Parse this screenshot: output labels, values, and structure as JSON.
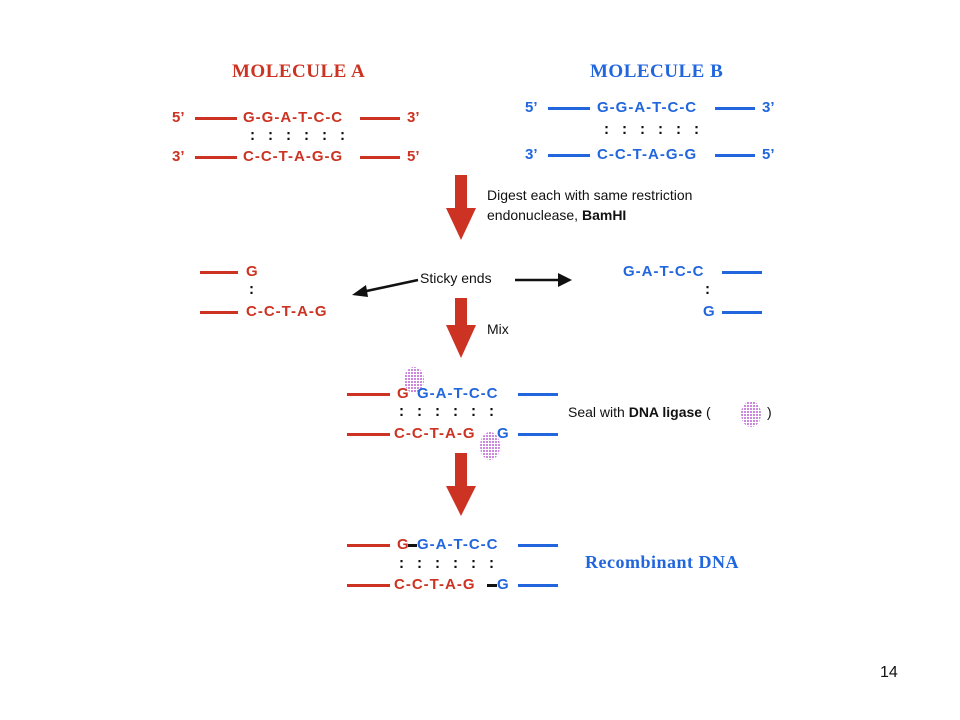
{
  "molecule_a": {
    "title": "MOLECULE A",
    "top_5": "5’",
    "top_3": "3’",
    "top_seq": "G-G-A-T-C-C",
    "bottom_3": "3’",
    "bottom_5": "5’",
    "bottom_seq": "C-C-T-A-G-G",
    "pairs": ": : : : : :"
  },
  "molecule_b": {
    "title": "MOLECULE B",
    "top_5": "5’",
    "top_3": "3’",
    "top_seq": "G-G-A-T-C-C",
    "bottom_3": "3’",
    "bottom_5": "5’",
    "bottom_seq": "C-C-T-A-G-G",
    "pairs": ": : : : : :"
  },
  "step1": {
    "line1": "Digest each with same restriction",
    "line2_prefix": "endonuclease, ",
    "enzyme": "BamHI"
  },
  "sticky": {
    "label": "Sticky ends",
    "left_top": "G",
    "left_bottom": "C-C-T-A-G",
    "right_top": "G-A-T-C-C",
    "right_pair": ":",
    "right_bottom": "G"
  },
  "step2": {
    "label": "Mix"
  },
  "seal": {
    "top_red": "G",
    "top_blue": "G-A-T-C-C",
    "pairs": ": : : : : :",
    "bottom_red": "C-C-T-A-G",
    "bottom_blue": "G",
    "prefix": "Seal with ",
    "ligase": "DNA ligase",
    "open": "(",
    "close": ")"
  },
  "recombinant": {
    "top_red": "G",
    "top_blue": "G-A-T-C-C",
    "pairs": ": : : : : :",
    "bottom_red": "C-C-T-A-G",
    "bottom_blue": "G",
    "label": "Recombinant DNA"
  },
  "page_number": "14",
  "colors": {
    "red": "#cc3322",
    "blue": "#2266dd",
    "ligase": "#cc88dd"
  }
}
